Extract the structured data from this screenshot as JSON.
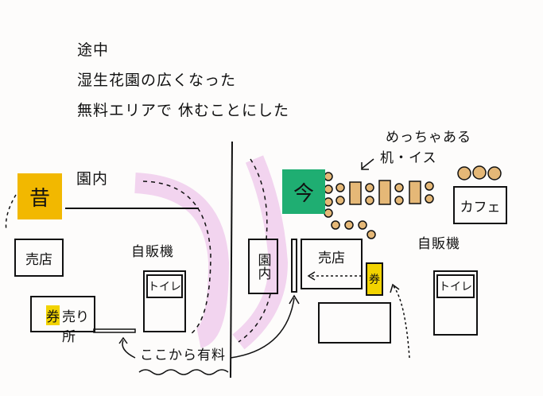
{
  "title_lines": [
    "途中",
    "湿生花園の広くなった",
    "無料エリアで 休むことにした"
  ],
  "before": {
    "label": "昔",
    "park_inside": "園内",
    "shop": "売店",
    "vending": "自販機",
    "toilet": "トイレ",
    "ticket_badge": "券",
    "ticket_office": "売り所",
    "paid_from_here": "ここから有料"
  },
  "now": {
    "label": "今",
    "many": "めっちゃある",
    "tables_chairs": "机・イス",
    "cafe": "カフェ",
    "vending": "自販機",
    "park_inside": "園内",
    "shop": "売店",
    "ticket": "券",
    "toilet": "トイレ"
  },
  "colors": {
    "before": "#f2b800",
    "now": "#1fae72",
    "pink": "#e9b7e6",
    "tan": "#e5b877"
  }
}
